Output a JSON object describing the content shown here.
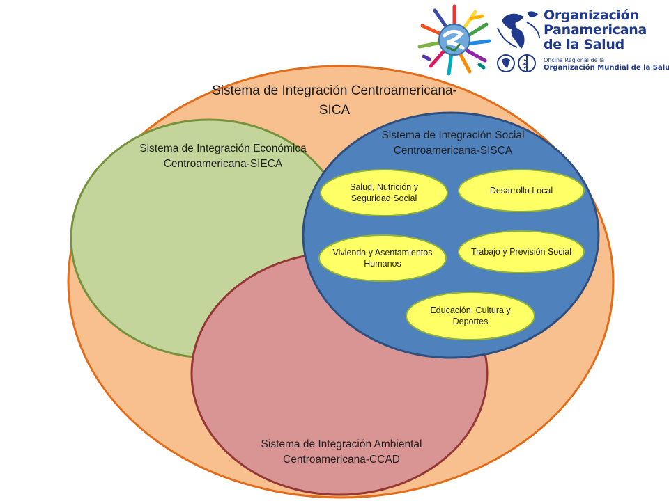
{
  "diagram": {
    "sica": "Sistema de Integración Centroamericana-SICA",
    "sieca": "Sistema de Integración Económica Centroamericana-SIECA",
    "ccad": "Sistema de Integración Ambiental Centroamericana-CCAD",
    "sisca": "Sistema de Integración Social Centroamericana-SISCA",
    "topics": {
      "salud": "Salud, Nutrición y Seguridad Social",
      "desarrollo": "Desarrollo Local",
      "vivienda": "Vivienda y Asentamientos Humanos",
      "trabajo": "Trabajo y Previsión Social",
      "educacion": "Educación, Cultura y Deportes"
    }
  },
  "logos": {
    "ops_name": "Organización Panamericana de la Salud",
    "ops_office": "Oficina Regional de la",
    "ops_who": "Organización Mundial de la Salud"
  },
  "colors": {
    "sica_fill": "#f8c08f",
    "sica_stroke": "#e36c1a",
    "sieca_fill": "#c3d59b",
    "sieca_stroke": "#76923c",
    "ccad_fill": "#d99594",
    "ccad_stroke": "#953735",
    "sisca_fill": "#4f81bd",
    "sisca_stroke": "#2f4f7e",
    "topic_fill": "#ffff66",
    "topic_stroke": "#8db33a",
    "ops_blue": "#1f3a8c"
  }
}
